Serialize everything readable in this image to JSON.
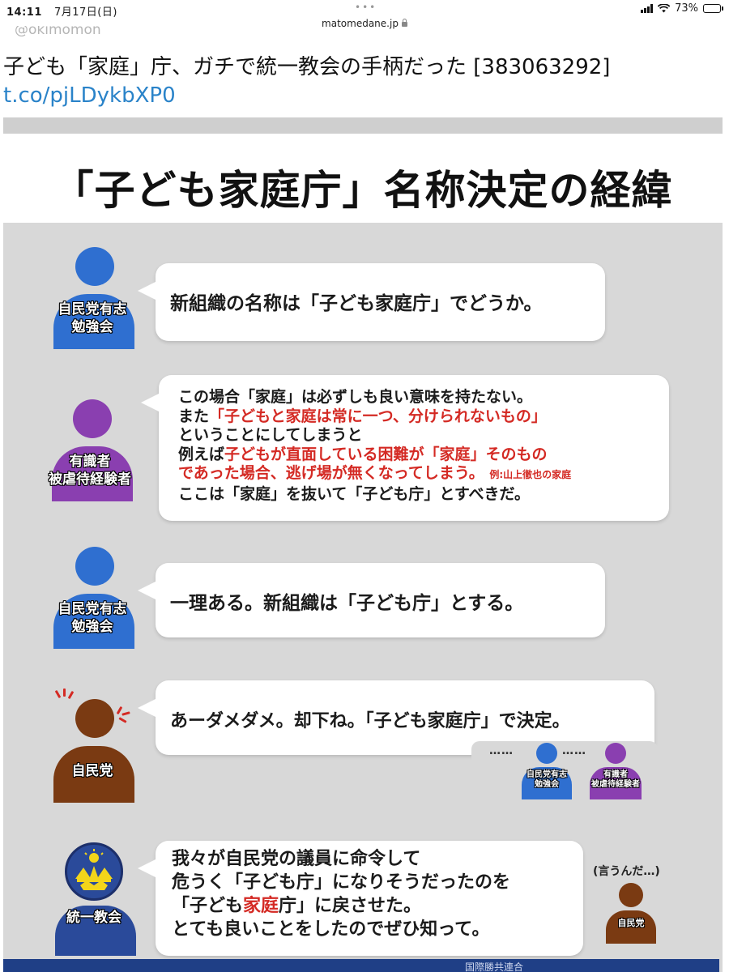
{
  "status": {
    "time": "14:11",
    "date": "7月17日(日)",
    "battery": "73%",
    "battery_level": 0.73
  },
  "browser": {
    "url": "matomedane.jp",
    "dots": "•••"
  },
  "tweet": {
    "handle": "@okimomon",
    "text": "子ども「家庭」庁、ガチで統一教会の手柄だった [383063292]",
    "link": "t.co/pjLDykbXP0"
  },
  "infographic": {
    "title": "「子ども家庭庁」名称決定の経緯",
    "panel1": {
      "speaker": [
        "自民党有志",
        "勉強会"
      ],
      "text": "新組織の名称は「子ども家庭庁」でどうか。"
    },
    "panel2": {
      "speaker": [
        "有識者",
        "被虐待経験者"
      ],
      "l1": "この場合「家庭」は必ずしも良い意味を持たない。",
      "l2a": "また",
      "l2b": "「子どもと家庭は常に一つ、分けられないもの」",
      "l3": "ということにしてしまうと",
      "l4a": "例えば",
      "l4b": "子どもが直面している困難が「家庭」そのもの",
      "l5a": "であった場合、逃げ場が無くなってしまう。",
      "l5b": "例:山上徹也の家庭",
      "l6": "ここは「家庭」を抜いて「子ども庁」とすべきだ。"
    },
    "panel3": {
      "speaker": [
        "自民党有志",
        "勉強会"
      ],
      "text": "一理ある。新組織は「子ども庁」とする。"
    },
    "panel4": {
      "speaker": [
        "自民党"
      ],
      "text": "あーダメダメ。却下ね。「子ども家庭庁」で決定。",
      "dots": "……",
      "mini1": [
        "自民党有志",
        "勉強会"
      ],
      "mini2": [
        "有識者",
        "被虐待経験者"
      ]
    },
    "panel5": {
      "speaker": [
        "統一教会"
      ],
      "l1": "我々が自民党の議員に命令して",
      "l2": "危うく「子ども庁」になりそうだったのを",
      "l3a": "「子ども",
      "l3b": "家庭",
      "l3c": "庁」に戻させた。",
      "l4": "とても良いことをしたのでぜひ知って。",
      "aside": "(言うんだ…)",
      "aside_speaker": "自民党"
    },
    "footer_text": "国際勝共連合"
  },
  "colors": {
    "blue": "#2f6fd0",
    "purple": "#8a3fb0",
    "brown": "#7a3a12",
    "red": "#d42a24",
    "navy": "#1f3f86"
  }
}
